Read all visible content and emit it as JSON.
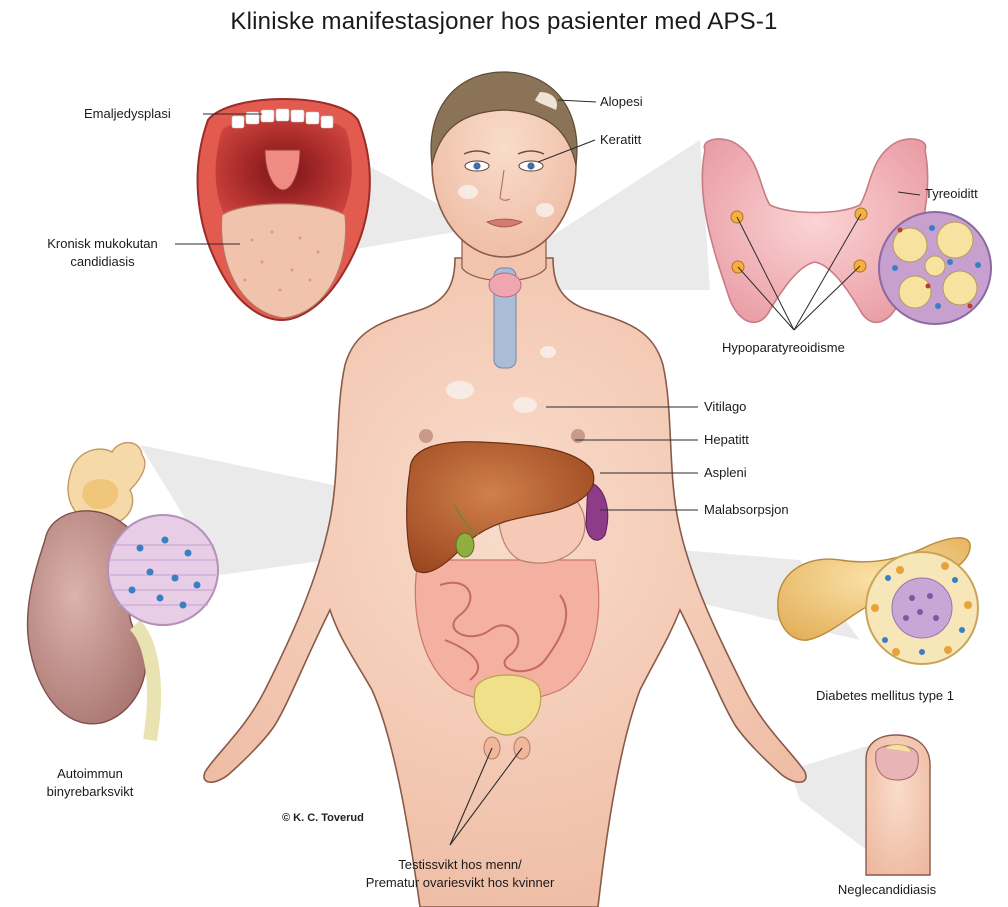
{
  "title": "Kliniske manifestasjoner hos pasienter med APS-1",
  "credit": "© K. C. Toverud",
  "labels": {
    "emaljedysplasi": "Emaljedysplasi",
    "kronisk_1": "Kronisk mukokutan",
    "kronisk_2": "candidiasis",
    "alopesi": "Alopesi",
    "keratitt": "Keratitt",
    "tyreoiditt": "Tyreoiditt",
    "hypoparatyreoidisme": "Hypoparatyreoidisme",
    "vitilago": "Vitilago",
    "hepatitt": "Hepatitt",
    "aspleni": "Aspleni",
    "malabsorpsjon": "Malabsorpsjon",
    "diabetes": "Diabetes mellitus type 1",
    "autoimmun_1": "Autoimmun",
    "autoimmun_2": "binyrebarksvikt",
    "testis_1": "Testissvikt hos menn/",
    "testis_2": "Prematur ovariesvikt hos kvinner",
    "neglecandidiasis": "Neglecandidiasis"
  },
  "colors": {
    "skin": "#f4cdb7",
    "skin_outline": "#8a5a48",
    "hair": "#8a7357",
    "liver": "#b65a2c",
    "thyroid": "#f2b9bd",
    "pancreas": "#f0c879",
    "kidney": "#c89a96",
    "mouth": "#c9403d",
    "leader": "#2b2b2b"
  }
}
